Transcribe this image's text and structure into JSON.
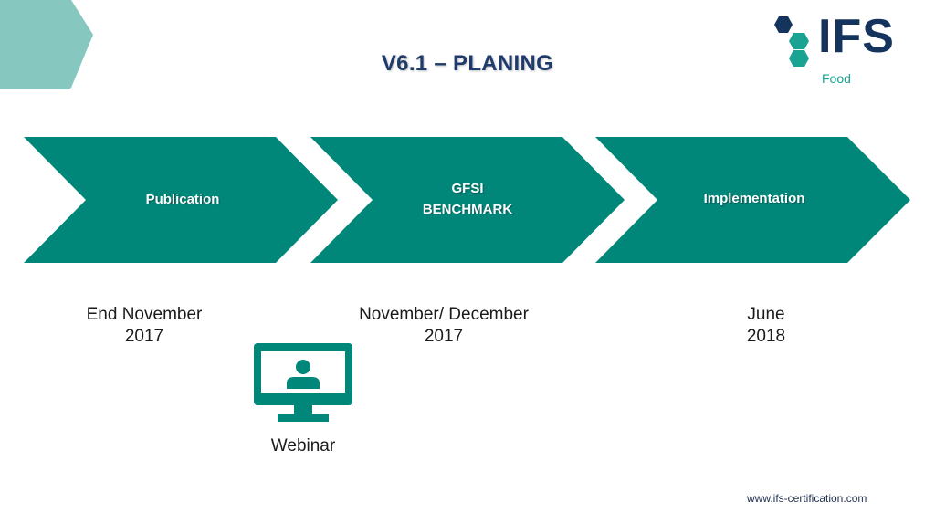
{
  "slide": {
    "title": "V6.1 – PLANING",
    "footer_url": "www.ifs-certification.com"
  },
  "logo": {
    "brand": "IFS",
    "subtitle": "Food",
    "colors": {
      "dark": "#14345e",
      "teal": "#1aa392"
    }
  },
  "colors": {
    "chevron": "#00877a",
    "corner": "#86c8bf",
    "title": "#1f3b6b"
  },
  "timeline": [
    {
      "label_lines": [
        "Publication"
      ],
      "date_lines": [
        "End November",
        "2017"
      ]
    },
    {
      "label_lines": [
        "GFSI",
        "BENCHMARK"
      ],
      "date_lines": [
        "November/ December",
        "2017"
      ]
    },
    {
      "label_lines": [
        "Implementation"
      ],
      "date_lines": [
        "June",
        "2018"
      ]
    }
  ],
  "webinar": {
    "icon": "webinar-monitor-icon",
    "label": "Webinar"
  }
}
